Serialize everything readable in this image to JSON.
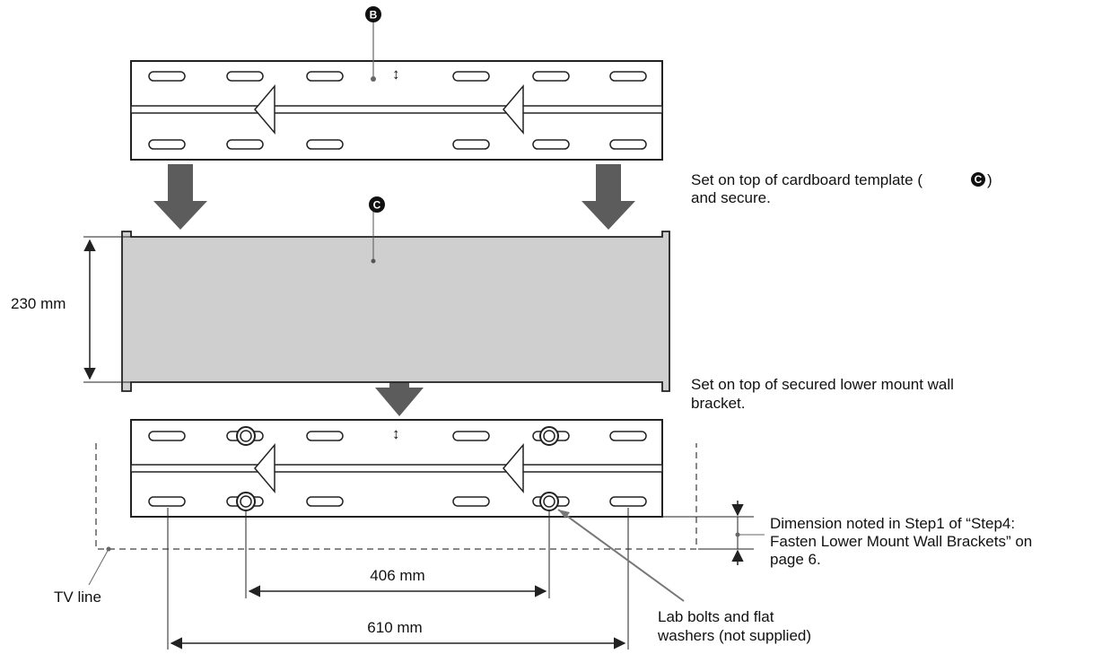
{
  "markers": {
    "bracket_b": "B",
    "template_c": "C",
    "inline_c": "C"
  },
  "labels": {
    "top_instruction_line1": "Set on top of cardboard template (",
    "top_instruction_line1_end": ")",
    "top_instruction_line2": "and secure.",
    "mid_instruction_line1": "Set on top of secured lower mount wall",
    "mid_instruction_line2": "bracket.",
    "height_dimension": "230 mm",
    "inner_dimension": "406 mm",
    "outer_dimension": "610 mm",
    "tv_line": "TV line",
    "bolts_line1": "Lab bolts and flat",
    "bolts_line2": "washers (not supplied)",
    "step_note_line1": "Dimension noted in Step1 of “Step4:",
    "step_note_line2": "Fasten Lower Mount Wall Brackets” on",
    "step_note_line3": "page 6.",
    "updown_symbol": "↕"
  },
  "colors": {
    "template_fill": "#cfcfcf",
    "arrow_fill": "#5c5c5c",
    "line": "#222222",
    "dashed": "#888888"
  }
}
